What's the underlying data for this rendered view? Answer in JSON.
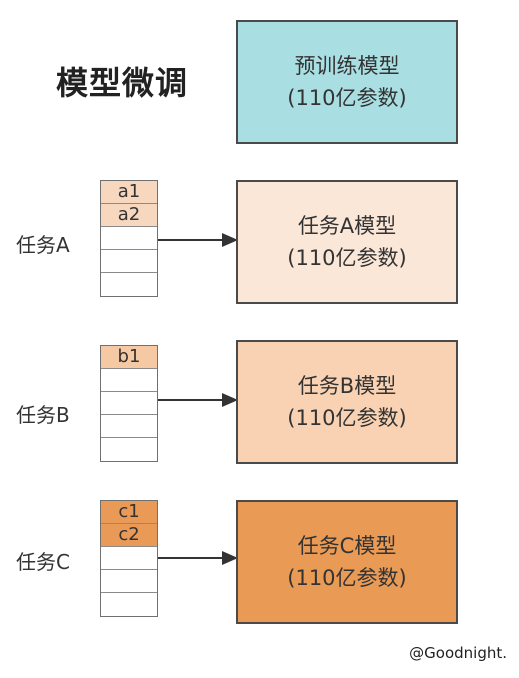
{
  "title": "模型微调",
  "pretrained": {
    "line1": "预训练模型",
    "line2": "(110亿参数)",
    "color": "#a9dfe2"
  },
  "tasks": [
    {
      "label": "任务A",
      "cells": [
        "a1",
        "a2",
        "",
        "",
        ""
      ],
      "filled": 2,
      "fill_color": "#f7d8bf",
      "model_line1": "任务A模型",
      "model_line2": "(110亿参数)",
      "model_color": "#fbe7d8"
    },
    {
      "label": "任务B",
      "cells": [
        "b1",
        "",
        "",
        "",
        ""
      ],
      "filled": 1,
      "fill_color": "#f5c9a4",
      "model_line1": "任务B模型",
      "model_line2": "(110亿参数)",
      "model_color": "#f8d2b3"
    },
    {
      "label": "任务C",
      "cells": [
        "c1",
        "c2",
        "",
        "",
        ""
      ],
      "filled": 2,
      "fill_color": "#e89a56",
      "model_line1": "任务C模型",
      "model_line2": "(110亿参数)",
      "model_color": "#e99a55"
    }
  ],
  "watermark": "@Goodnight."
}
